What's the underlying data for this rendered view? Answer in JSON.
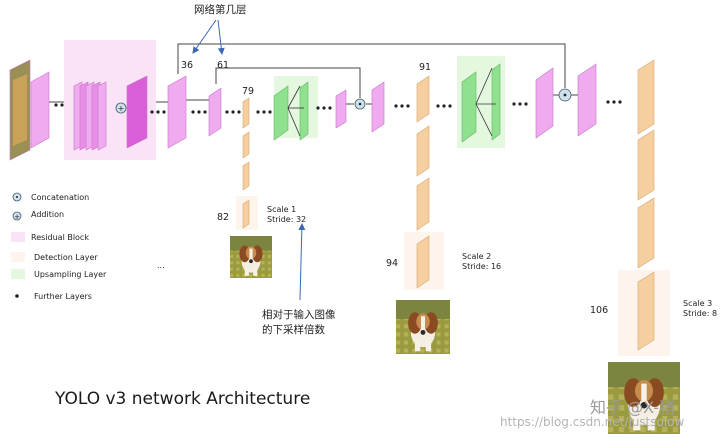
{
  "title": "YOLO v3 network Architecture",
  "annotations": {
    "layer_note": "网络第几层",
    "stride_note_line1": "相对于输入图像",
    "stride_note_line2": "的下采样倍数"
  },
  "layer_numbers": {
    "l36": "36",
    "l61": "61",
    "l79": "79",
    "l82": "82",
    "l91": "91",
    "l94": "94",
    "l106": "106"
  },
  "scales": [
    {
      "scale": "Scale 1",
      "stride": "Stride: 32"
    },
    {
      "scale": "Scale 2",
      "stride": "Stride: 16"
    },
    {
      "scale": "Scale 3",
      "stride": "Stride: 8"
    }
  ],
  "legend": {
    "concatenation": "Concatenation",
    "addition": "Addition",
    "residual_block": "Residual Block",
    "detection_layer": "Detection Layer",
    "upsampling_layer": "Upsampling Layer",
    "further_layers": "Further Layers",
    "ellipsis": "..."
  },
  "watermark": {
    "brand": "知乎 @X-猪",
    "url": "https://blog.csdn.net/justsolow"
  },
  "colors": {
    "residual_fill": "#fbe3f7",
    "pink_layer": "#f0aaf0",
    "pink_layer_dark": "#d95fd9",
    "detection_fill": "#fdf5ec",
    "orange_layer": "#f6cfa0",
    "upsample_fill": "#e4f8e0",
    "green_layer": "#8fe08f",
    "arrow_blue": "#3a68b8",
    "line": "#444444"
  },
  "icons": {
    "concat": "circle-dot-icon",
    "add": "circle-plus-icon",
    "image": "beagle-dog-photo"
  }
}
